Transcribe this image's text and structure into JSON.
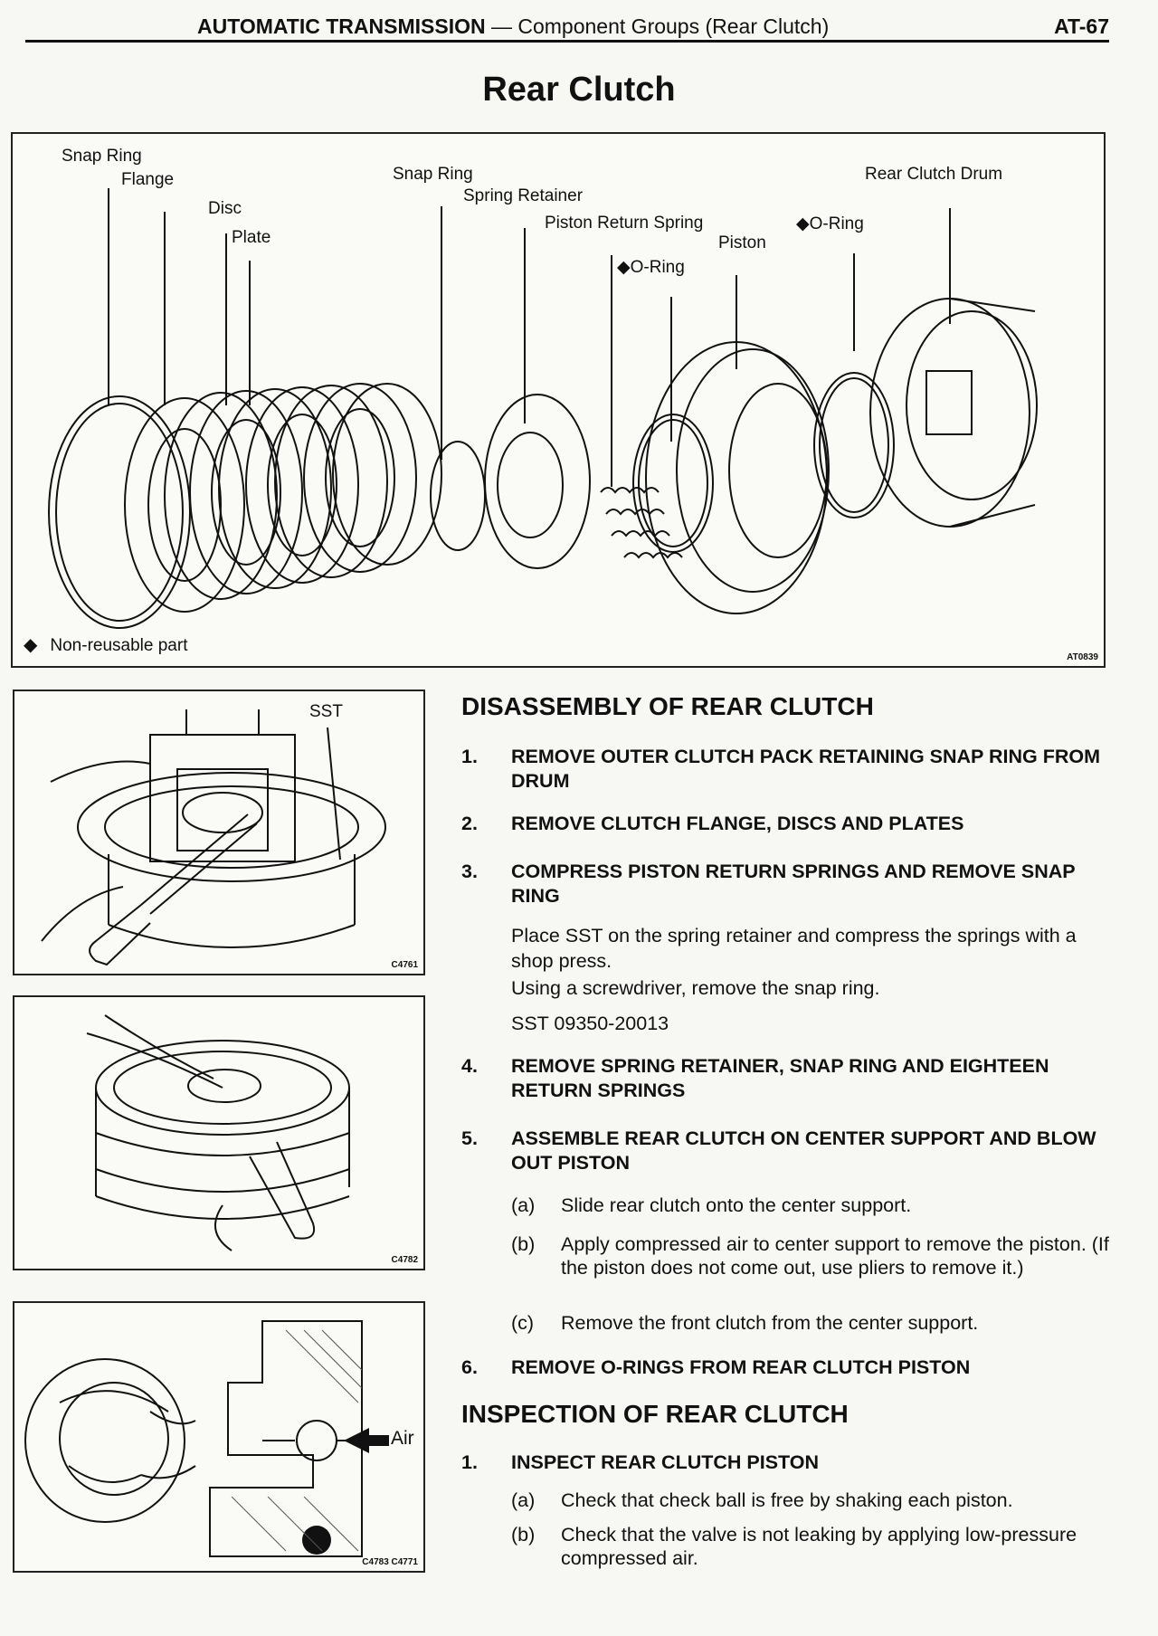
{
  "header": {
    "section_bold": "AUTOMATIC TRANSMISSION",
    "section_rest": " — Component Groups (Rear Clutch)",
    "page_number": "AT-67"
  },
  "title": "Rear Clutch",
  "exploded_view": {
    "labels": {
      "snap_ring_1": "Snap Ring",
      "flange": "Flange",
      "disc": "Disc",
      "plate": "Plate",
      "snap_ring_2": "Snap Ring",
      "spring_retainer": "Spring Retainer",
      "piston_return_spring": "Piston Return Spring",
      "oring_1": "O-Ring",
      "piston": "Piston",
      "oring_2": "O-Ring",
      "rear_clutch_drum": "Rear Clutch Drum"
    },
    "legend_symbol": "◆",
    "legend": "Non-reusable part",
    "figure_code": "AT0839"
  },
  "figures": {
    "fig1": {
      "label": "SST",
      "code": "C4761"
    },
    "fig2": {
      "code": "C4782"
    },
    "fig3": {
      "label": "Air",
      "code": "C4783 C4771"
    }
  },
  "disassembly": {
    "heading": "DISASSEMBLY OF REAR CLUTCH",
    "steps": [
      {
        "num": "1.",
        "text": "REMOVE OUTER CLUTCH PACK RETAINING SNAP RING FROM DRUM"
      },
      {
        "num": "2.",
        "text": "REMOVE CLUTCH FLANGE, DISCS AND PLATES"
      },
      {
        "num": "3.",
        "text": "COMPRESS PISTON RETURN SPRINGS AND REMOVE SNAP RING"
      },
      {
        "num": "4.",
        "text": "REMOVE SPRING RETAINER, SNAP RING AND EIGHTEEN RETURN SPRINGS"
      },
      {
        "num": "5.",
        "text": "ASSEMBLE REAR CLUTCH ON CENTER SUPPORT AND BLOW OUT PISTON"
      },
      {
        "num": "6.",
        "text": "REMOVE O-RINGS FROM REAR CLUTCH PISTON"
      }
    ],
    "step3_body": [
      "Place SST on the spring retainer and compress the springs with a shop press.",
      "Using a screwdriver, remove the snap ring.",
      "SST 09350-20013"
    ],
    "step5_subs": [
      {
        "label": "(a)",
        "text": "Slide rear clutch onto the center support."
      },
      {
        "label": "(b)",
        "text": "Apply compressed air to center support to remove the piston. (If the piston does not come out, use pliers to remove it.)"
      },
      {
        "label": "(c)",
        "text": "Remove the front clutch from the center support."
      }
    ]
  },
  "inspection": {
    "heading": "INSPECTION OF REAR CLUTCH",
    "step1": {
      "num": "1.",
      "text": "INSPECT REAR CLUTCH PISTON"
    },
    "subs": [
      {
        "label": "(a)",
        "text": "Check that check ball is free by shaking each piston."
      },
      {
        "label": "(b)",
        "text": "Check that the valve is not leaking by applying low-pressure compressed air."
      }
    ]
  }
}
